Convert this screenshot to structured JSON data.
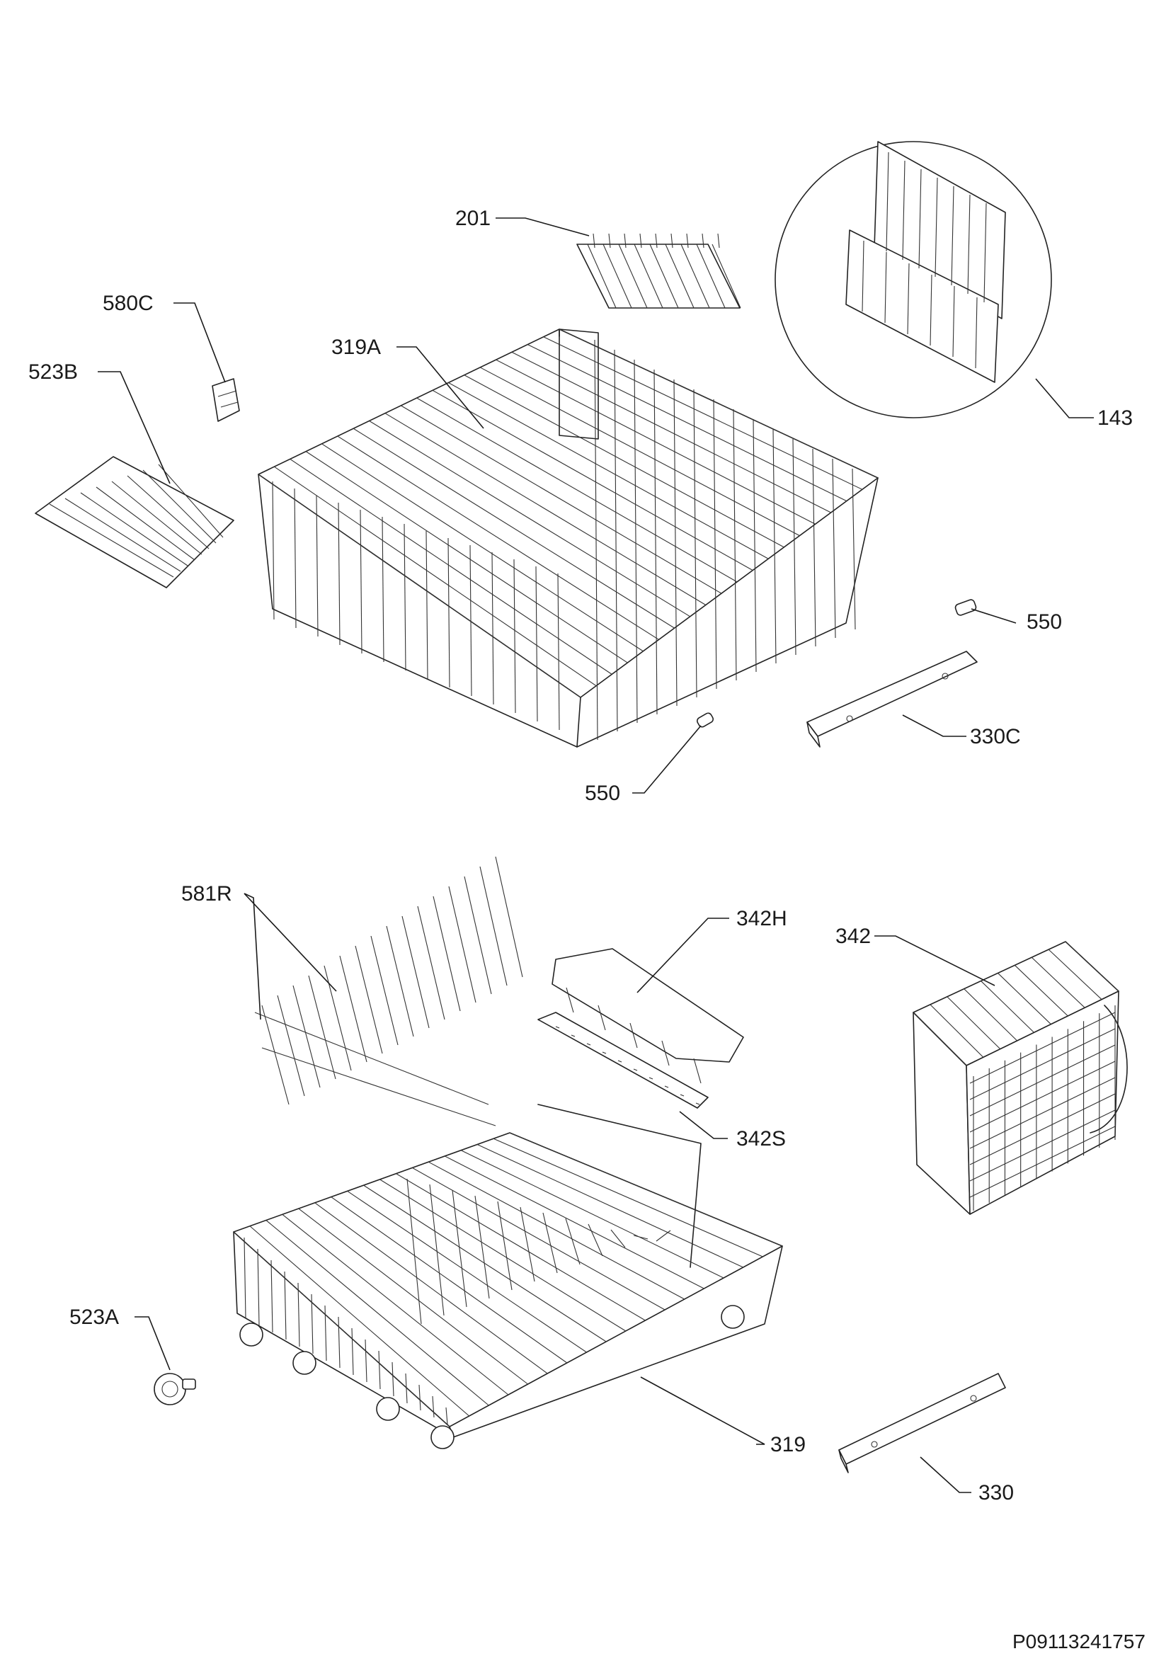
{
  "document_id": "P09113241757",
  "parts": [
    {
      "id": "label-201",
      "text": "201"
    },
    {
      "id": "label-580C",
      "text": "580C"
    },
    {
      "id": "label-523B",
      "text": "523B"
    },
    {
      "id": "label-319A",
      "text": "319A"
    },
    {
      "id": "label-143",
      "text": "143"
    },
    {
      "id": "label-550-right",
      "text": "550"
    },
    {
      "id": "label-330C",
      "text": "330C"
    },
    {
      "id": "label-550-bottom",
      "text": "550"
    },
    {
      "id": "label-581R",
      "text": "581R"
    },
    {
      "id": "label-342H",
      "text": "342H"
    },
    {
      "id": "label-342",
      "text": "342"
    },
    {
      "id": "label-342S",
      "text": "342S"
    },
    {
      "id": "label-523A",
      "text": "523A"
    },
    {
      "id": "label-319",
      "text": "319"
    },
    {
      "id": "label-330",
      "text": "330"
    }
  ]
}
